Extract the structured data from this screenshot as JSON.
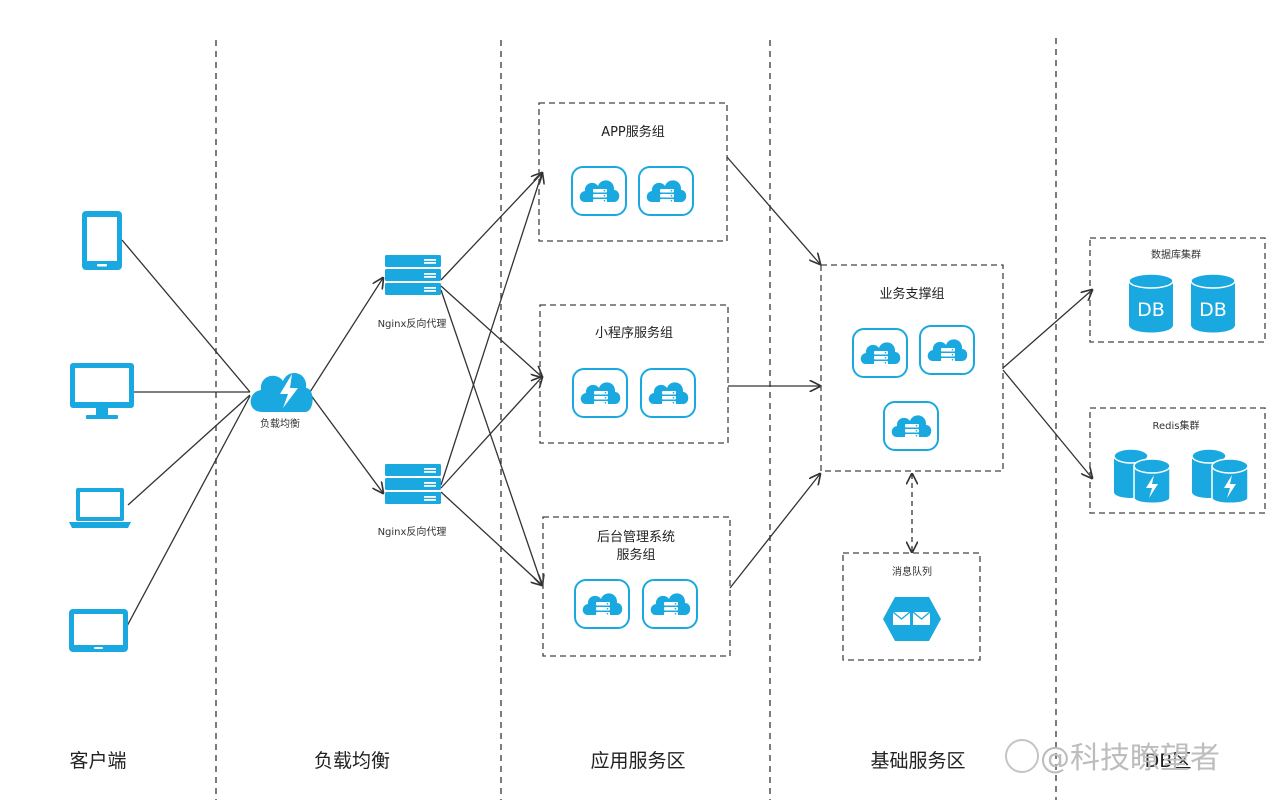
{
  "zones": [
    "客户端",
    "负载均衡",
    "应用服务区",
    "基础服务区",
    "DB区"
  ],
  "load_balancer": {
    "label": "负载均衡",
    "icon": "cloud-lightning-icon"
  },
  "nginx": [
    {
      "label": "Nginx反向代理",
      "icon": "server-stack-icon"
    },
    {
      "label": "Nginx反向代理",
      "icon": "server-stack-icon"
    }
  ],
  "clients": [
    {
      "icon": "smartphone-icon"
    },
    {
      "icon": "desktop-monitor-icon"
    },
    {
      "icon": "laptop-icon"
    },
    {
      "icon": "tablet-icon"
    }
  ],
  "app_groups": [
    {
      "title_lines": [
        "APP服务组"
      ],
      "node_count": 2
    },
    {
      "title_lines": [
        "小程序服务组"
      ],
      "node_count": 2
    },
    {
      "title_lines": [
        "后台管理系统",
        "服务组"
      ],
      "node_count": 2
    }
  ],
  "business_group": {
    "title": "业务支撑组",
    "node_count": 3
  },
  "message_queue": {
    "title": "消息队列",
    "icon": "message-queue-icon"
  },
  "db_cluster": {
    "title": "数据库集群",
    "items": [
      "DB",
      "DB"
    ]
  },
  "redis_cluster": {
    "title": "Redis集群",
    "node_count": 2
  },
  "colors": {
    "accent": "#1aa8e0",
    "line": "#333333",
    "dash": "#444444"
  },
  "watermark": "@科技瞭望者"
}
